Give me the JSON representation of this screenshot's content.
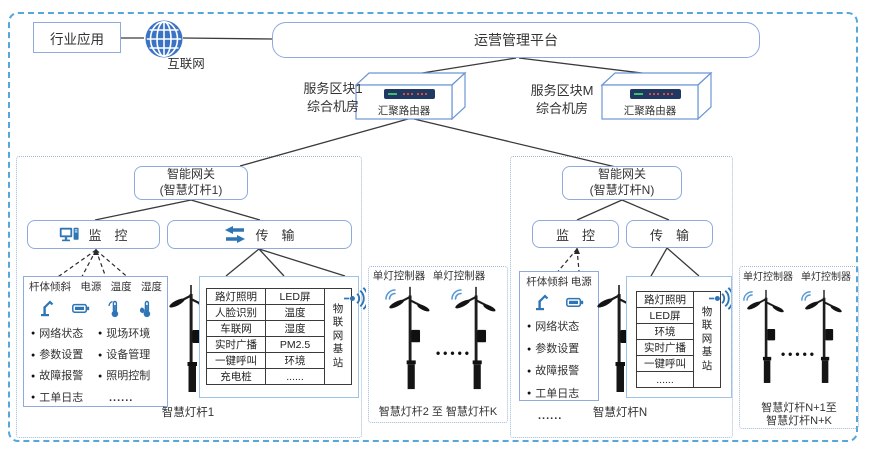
{
  "diagram": {
    "industry_app_label": "行业应用",
    "internet_label": "互联网",
    "platform_label": "运营管理平台",
    "service_blocks": [
      {
        "name_line1": "服务区块1",
        "name_line2": "综合机房",
        "router_label": "汇聚路由器"
      },
      {
        "name_line1": "服务区块M",
        "name_line2": "综合机房",
        "router_label": "汇聚路由器"
      }
    ],
    "sections": [
      {
        "gateway_line1": "智能网关",
        "gateway_line2": "(智慧灯杆1)",
        "monitor_label": "监　控",
        "transmit_label": "传　输",
        "sensor_labels": [
          "杆体倾斜",
          "电源",
          "温度",
          "湿度"
        ],
        "function_items_col1": [
          "网络状态",
          "参数设置",
          "故障报警",
          "工单日志"
        ],
        "function_items_col2": [
          "现场环境",
          "设备管理",
          "照明控制"
        ],
        "function_more": "......",
        "pole_label": "智慧灯杆1",
        "device_table_rows": [
          [
            "路灯照明",
            "LED屏"
          ],
          [
            "人脸识别",
            "温度"
          ],
          [
            "车联网",
            "湿度"
          ],
          [
            "实时广播",
            "PM2.5"
          ],
          [
            "一键呼叫",
            "环境"
          ],
          [
            "充电桩",
            "......"
          ]
        ],
        "iot_station_label": "物联网基站",
        "pole_group": {
          "controller_labels": [
            "单灯控制器",
            "单灯控制器"
          ],
          "dots": "•••••",
          "caption_line1": "智慧灯杆2 至 智慧灯杆K",
          "caption_line2": ""
        }
      },
      {
        "gateway_line1": "智能网关",
        "gateway_line2": "(智慧灯杆N)",
        "monitor_label": "监　控",
        "transmit_label": "传　输",
        "sensor_labels": [
          "杆体倾斜",
          "电源"
        ],
        "function_items_col1": [
          "网络状态",
          "参数设置",
          "故障报警",
          "工单日志"
        ],
        "function_more": "......",
        "pole_label": "智慧灯杆N",
        "device_table_rows_single": [
          "路灯照明",
          "LED屏",
          "环境",
          "实时广播",
          "一键呼叫",
          "......"
        ],
        "iot_station_label": "物联网基站",
        "pole_group": {
          "controller_labels": [
            "单灯控制器",
            "单灯控制器"
          ],
          "dots": "•••••",
          "caption_line1": "智慧灯杆N+1至",
          "caption_line2": "智慧灯杆N+K"
        }
      }
    ],
    "colors": {
      "accent_blue": "#2E75B6",
      "box_border": "#8FAADC",
      "outer_dash": "#56A7DC",
      "panel_navy": "#1F3864",
      "connector": "#3A3A3A"
    }
  }
}
